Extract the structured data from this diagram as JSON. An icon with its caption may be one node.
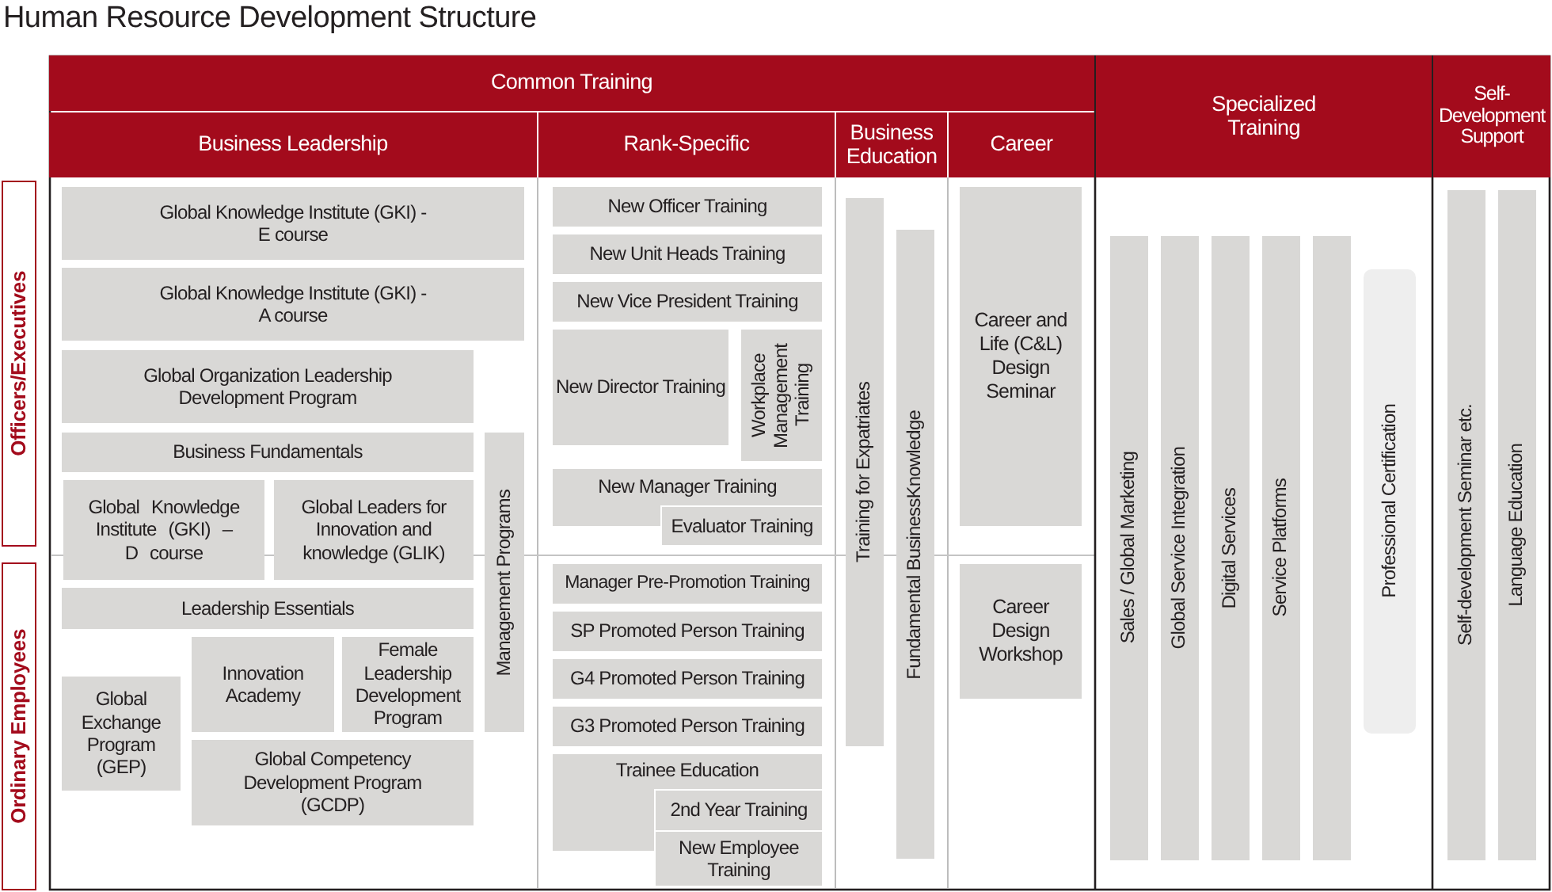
{
  "diagram": {
    "title": "Human Resource Development Structure",
    "nodes": [
      {
        "text": [
          "Common Training"
        ]
      },
      {
        "text": [
          "Specialized Training"
        ]
      },
      {
        "text": [
          "Self-Development Support"
        ]
      },
      {
        "text": [
          "Business Leadership"
        ]
      },
      {
        "text": [
          "Rank-Specific"
        ]
      },
      {
        "text": [
          "Business Education"
        ]
      },
      {
        "text": [
          "Career"
        ]
      },
      {
        "text": [
          "Officers/Executives"
        ]
      },
      {
        "text": [
          "Ordinary Employees"
        ]
      },
      {
        "text": [
          "Global Knowledge Institute (GKI) - E course"
        ]
      },
      {
        "text": [
          "Global Knowledge Institute (GKI) - A course"
        ]
      },
      {
        "text": [
          "Global Organization Leadership Development Program"
        ]
      },
      {
        "text": [
          "Business Fundamentals"
        ]
      },
      {
        "text": [
          "Global Knowledge Institute (GKI) – D course"
        ]
      },
      {
        "text": [
          "Global Leaders for Innovation and knowledge (GLIK)"
        ]
      },
      {
        "text": [
          "Leadership Essentials"
        ]
      },
      {
        "text": [
          "Innovation Academy"
        ]
      },
      {
        "text": [
          "Female Leadership Development Program"
        ]
      },
      {
        "text": [
          "Global Exchange Program (GEP)"
        ]
      },
      {
        "text": [
          "Global Competency Development Program (GCDP)"
        ]
      },
      {
        "text": [
          "Management Programs"
        ]
      },
      {
        "text": [
          "New Officer Training"
        ]
      },
      {
        "text": [
          "New Unit Heads Training"
        ]
      },
      {
        "text": [
          "New Vice President Training"
        ]
      },
      {
        "text": [
          "New Director Training"
        ]
      },
      {
        "text": [
          "Workplace Management Training"
        ]
      },
      {
        "text": [
          "New Manager Training"
        ]
      },
      {
        "text": [
          "Evaluator Training"
        ],
        "in": 26
      },
      {
        "text": [
          "Manager Pre-Promotion Training"
        ]
      },
      {
        "text": [
          "SP Promoted Person Training"
        ]
      },
      {
        "text": [
          "G4 Promoted Person Training"
        ]
      },
      {
        "text": [
          "G3 Promoted Person Training"
        ]
      },
      {
        "text": [
          "Trainee Education"
        ]
      },
      {
        "text": [
          "2nd Year Training"
        ],
        "in": 32
      },
      {
        "text": [
          "New Employee Training"
        ],
        "in": 32
      },
      {
        "text": [
          "Training for Expatriates"
        ]
      },
      {
        "text": [
          "Fundamental BusinessKnowledge"
        ]
      },
      {
        "text": [
          "Career and Life (C&L) Design Seminar"
        ]
      },
      {
        "text": [
          "Career Design Workshop"
        ]
      },
      {
        "text": [
          "Sales / Global Marketing"
        ]
      },
      {
        "text": [
          "Global Service Integration"
        ]
      },
      {
        "text": [
          "Digital Services"
        ]
      },
      {
        "text": [
          "Service Platforms"
        ]
      },
      {
        "text": [],
        "shape": "bar"
      },
      {
        "text": [
          "Professional Certification"
        ]
      },
      {
        "text": [
          "Self-development Seminar etc."
        ]
      },
      {
        "text": [
          "Language Education"
        ]
      }
    ]
  }
}
